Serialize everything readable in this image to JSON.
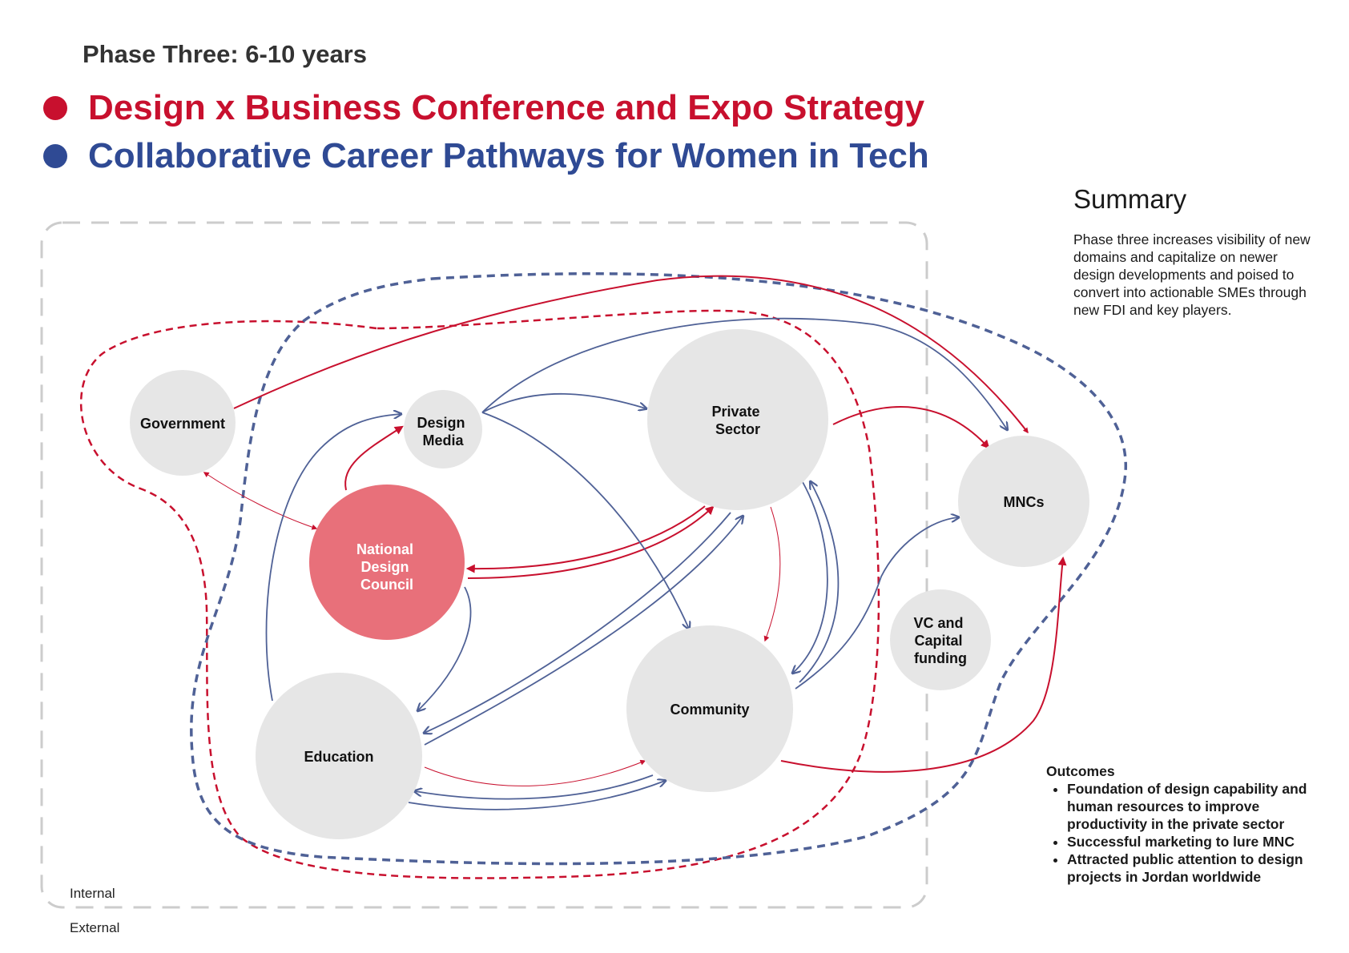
{
  "header": {
    "phase": "Phase Three: 6-10 years",
    "strategies": [
      {
        "label": "Design x Business Conference and Expo Strategy",
        "color": "#c8102e"
      },
      {
        "label": "Collaborative Career Pathways for Women in Tech",
        "color": "#2f4a94"
      }
    ]
  },
  "summary": {
    "title": "Summary",
    "text": "Phase three increases visibility of new domains and capitalize on newer design developments and poised to convert into actionable SMEs through new FDI and key players."
  },
  "outcomes": {
    "title": "Outcomes",
    "items": [
      "Foundation of design capability and human resources to improve productivity in the private sector",
      "Successful marketing to lure MNC",
      "Attracted public attention to design projects in Jordan worldwide"
    ]
  },
  "regions": {
    "internal": "Internal",
    "external": "External"
  },
  "nodes": {
    "government": {
      "lines": [
        "Government"
      ]
    },
    "design_media": {
      "lines": [
        "Design",
        "Media"
      ]
    },
    "private_sector": {
      "lines": [
        "Private",
        "Sector"
      ]
    },
    "ndc": {
      "lines": [
        "National",
        "Design",
        "Council"
      ]
    },
    "mncs": {
      "lines": [
        "MNCs"
      ]
    },
    "vc": {
      "lines": [
        "VC and",
        "Capital",
        "funding"
      ]
    },
    "education": {
      "lines": [
        "Education"
      ]
    },
    "community": {
      "lines": [
        "Community"
      ]
    }
  },
  "colors": {
    "red": "#c8102e",
    "blue": "#4f6196",
    "node": "#e6e6e6",
    "ndc": "#e8707a",
    "boundary": "#cccccc"
  }
}
